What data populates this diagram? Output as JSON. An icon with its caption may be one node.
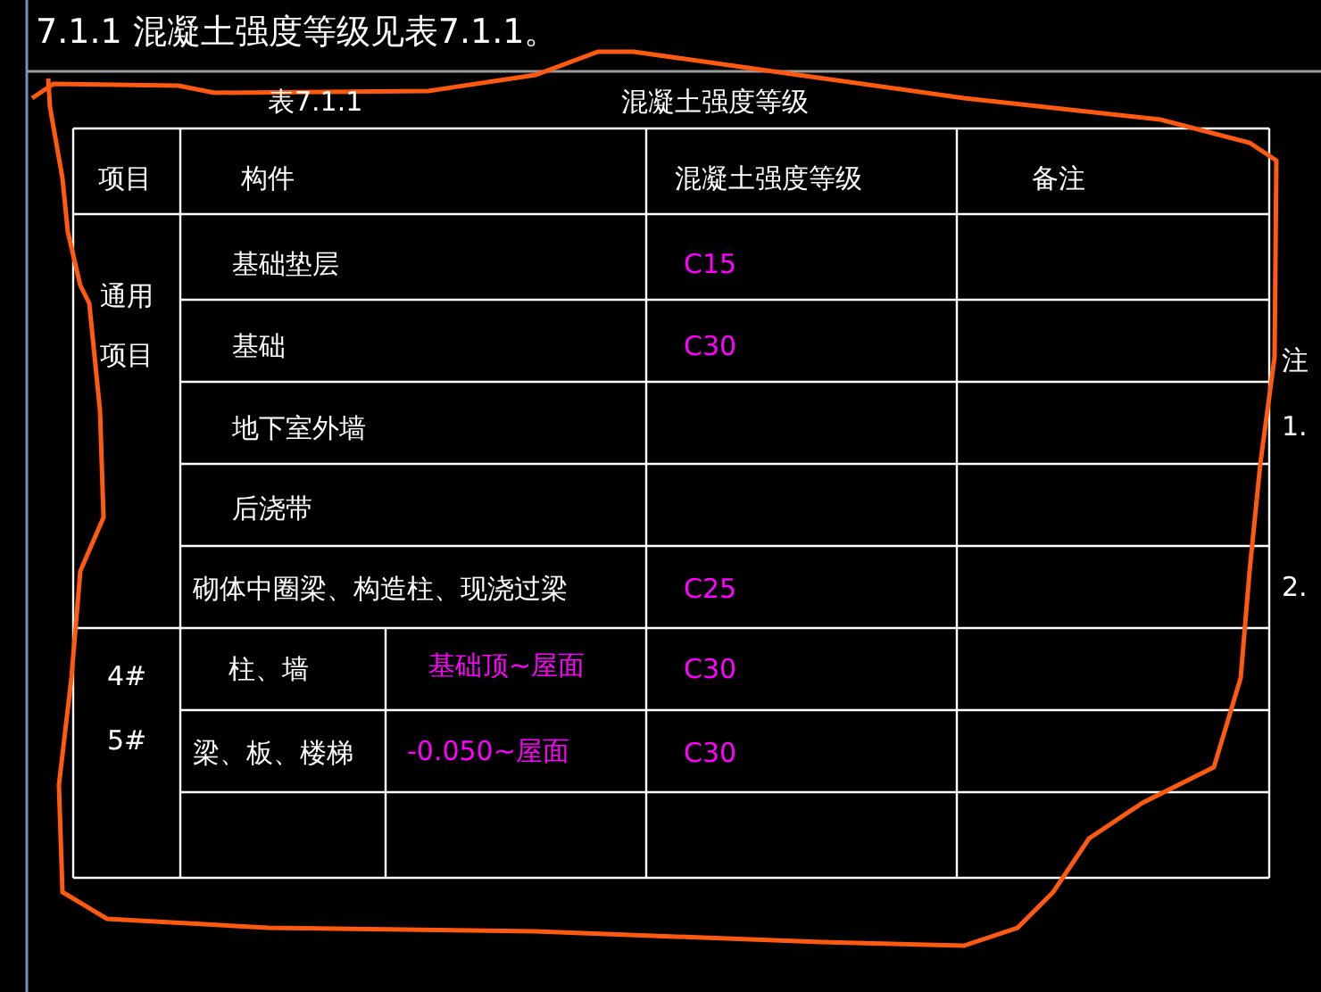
{
  "diagram": {
    "title": "7.1.1 混凝土强度等级见表7.1.1。",
    "labels": [
      "表7.1.1",
      "混凝土强度等级",
      "项目",
      "构件",
      "混凝土强度等级",
      "备注",
      "通用项目",
      "基础垫层",
      "C15",
      "基础",
      "C30",
      "地下室外墙",
      "后浇带",
      "砌体中圈梁、构造柱、现浇过梁",
      "C25",
      "4#",
      "5#",
      "柱、墙",
      "基础顶~屋面",
      "C30",
      "梁、板、楼梯",
      "-0.050~屋面",
      "C30",
      "注",
      "1.",
      "2."
    ]
  }
}
